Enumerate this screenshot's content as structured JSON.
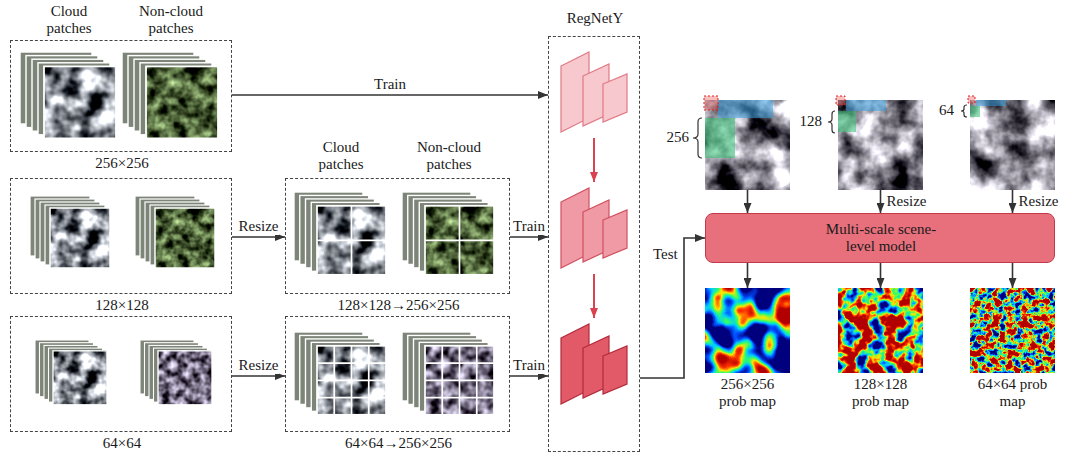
{
  "diagram": {
    "nodes": [
      {
        "text": [
          "Cloud patches",
          "Non-cloud patches",
          "256×256"
        ]
      },
      {
        "text": [
          "128×128"
        ]
      },
      {
        "text": [
          "Cloud patches",
          "Non-cloud patches",
          "128×128→256×256"
        ]
      },
      {
        "text": [
          "64×64"
        ]
      },
      {
        "text": [
          "64×64→256×256"
        ]
      },
      {
        "text": [
          "RegNetY"
        ]
      },
      {
        "text": [
          "256"
        ]
      },
      {
        "text": [
          "128"
        ]
      },
      {
        "text": [
          "64"
        ]
      },
      {
        "text": [
          "Multi-scale scene-level model"
        ]
      },
      {
        "text": [
          "256×256 prob map"
        ]
      },
      {
        "text": [
          "128×128 prob map"
        ]
      },
      {
        "text": [
          "64×64 prob map"
        ]
      }
    ],
    "edges": [
      {
        "from": 0,
        "to": 5,
        "arrow": "to",
        "label": "Train"
      },
      {
        "from": 1,
        "to": 2,
        "arrow": "to",
        "label": "Resize"
      },
      {
        "from": 2,
        "to": 5,
        "arrow": "to",
        "label": "Train"
      },
      {
        "from": 3,
        "to": 4,
        "arrow": "to",
        "label": "Resize"
      },
      {
        "from": 4,
        "to": 5,
        "arrow": "to",
        "label": "Train"
      },
      {
        "from": 5,
        "to": 9,
        "arrow": "to",
        "label": "Test"
      },
      {
        "from": 6,
        "to": 9,
        "arrow": "to"
      },
      {
        "from": 7,
        "to": 9,
        "arrow": "to",
        "label": "Resize"
      },
      {
        "from": 8,
        "to": 9,
        "arrow": "to",
        "label": "Resize"
      },
      {
        "from": 9,
        "to": 10,
        "arrow": "to"
      },
      {
        "from": 9,
        "to": 11,
        "arrow": "to"
      },
      {
        "from": 9,
        "to": 12,
        "arrow": "to"
      }
    ]
  }
}
